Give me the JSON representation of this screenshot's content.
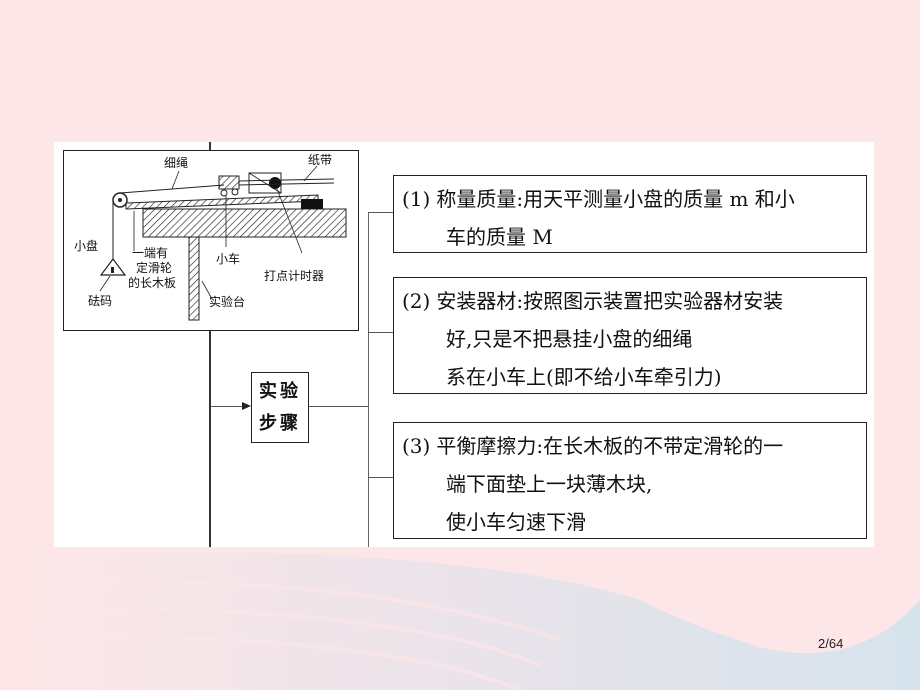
{
  "slide": {
    "page_indicator": "2/64",
    "colors": {
      "background_pink": "#fde6e8",
      "background_blue": "#d3e4ec",
      "panel": "#ffffff",
      "line": "#222222"
    }
  },
  "diagram": {
    "labels": {
      "rope": "细绳",
      "paper_tape": "纸带",
      "small_pan": "小盘",
      "board_line1": "一端有",
      "board_line2": "定滑轮",
      "board_line3": "的长木板",
      "weights": "砝码",
      "cart": "小车",
      "lab_table": "实验台",
      "timer": "打点计时器"
    }
  },
  "center_node": {
    "line1": "实验",
    "line2": "步骤"
  },
  "steps": [
    {
      "number": "(1)",
      "lines": [
        "称量质量:用天平测量小盘的质量 m 和小",
        "车的质量 M"
      ]
    },
    {
      "number": "(2)",
      "lines": [
        "安装器材:按照图示装置把实验器材安装",
        "好,只是不把悬挂小盘的细绳",
        "系在小车上(即不给小车牵引力)"
      ]
    },
    {
      "number": "(3)",
      "lines": [
        "平衡摩擦力:在长木板的不带定滑轮的一",
        "端下面垫上一块薄木块,",
        "使小车匀速下滑"
      ]
    }
  ]
}
